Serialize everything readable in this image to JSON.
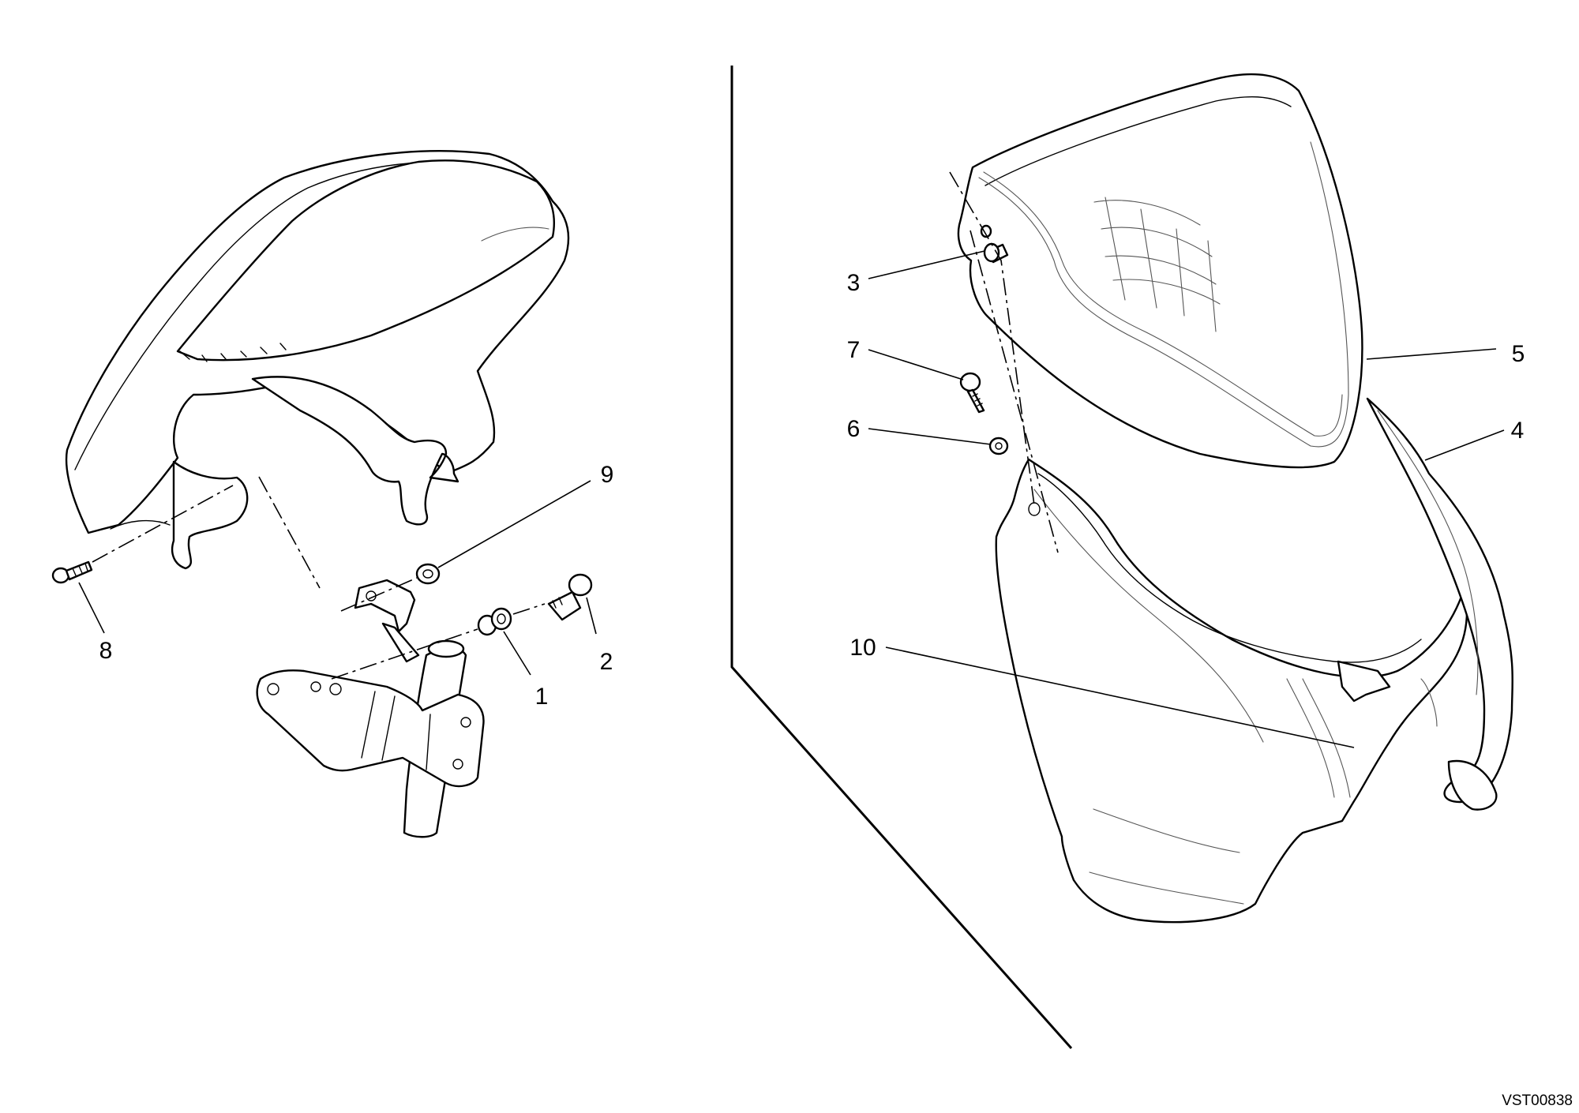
{
  "callouts": {
    "c1": "1",
    "c2": "2",
    "c3": "3",
    "c4": "4",
    "c5": "5",
    "c6": "6",
    "c7": "7",
    "c8": "8",
    "c9": "9",
    "c10": "10"
  },
  "drawing_code": "VST00838",
  "colors": {
    "line": "#000000",
    "background": "#ffffff"
  }
}
